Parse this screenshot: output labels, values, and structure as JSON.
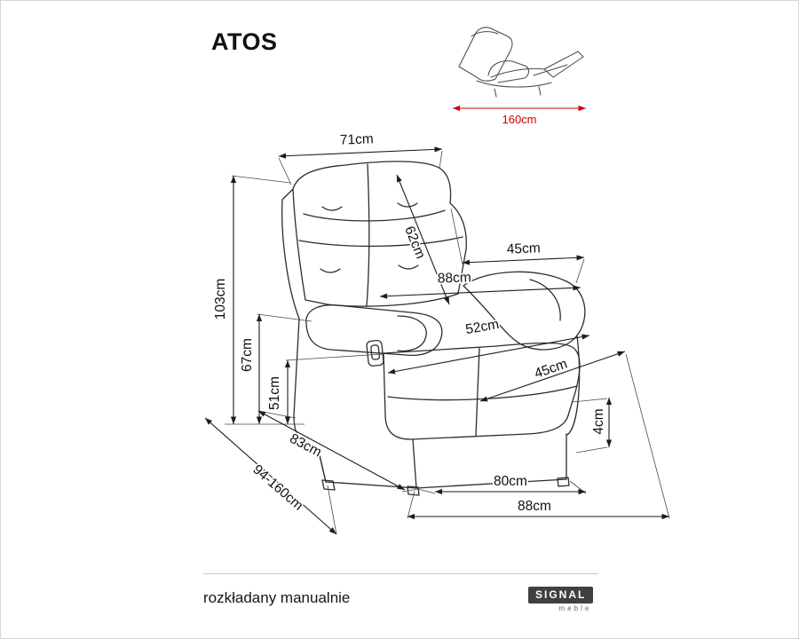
{
  "header": {
    "title": "ATOS"
  },
  "thumbnail": {
    "label": "160cm"
  },
  "dimensions": {
    "backrest_top_width": "71cm",
    "backrest_height": "62cm",
    "backrest_depth_top": "45cm",
    "upper_width": "88cm",
    "total_height": "103cm",
    "armrest_height": "67cm",
    "seat_width": "52cm",
    "seat_depth": "45cm",
    "seat_height": "51cm",
    "foot_height": "4cm",
    "base_depth": "83cm",
    "depth_range": "94-160cm",
    "base_width": "80cm",
    "total_width": "88cm"
  },
  "footer": {
    "note": "rozkładany manualnie",
    "logo_brand": "SIGNAL",
    "logo_sub": "meble"
  },
  "colors": {
    "accent_red": "#cc0000",
    "line_color": "#1c1c1c"
  }
}
